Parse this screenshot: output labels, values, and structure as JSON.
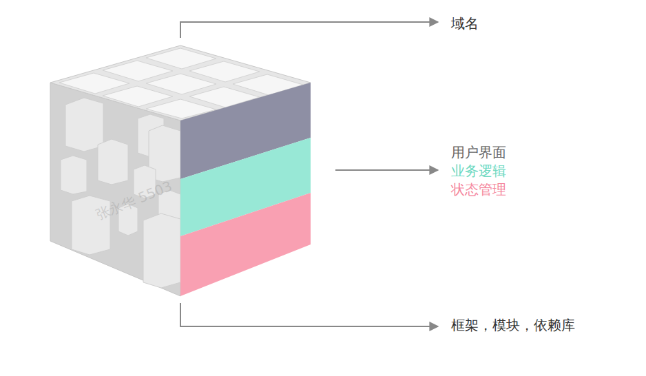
{
  "diagram": {
    "labels": [
      "域名",
      "用户界面",
      "业务逻辑",
      "状态管理",
      "框架，模块，依赖库",
      "张永华 5503"
    ]
  }
}
